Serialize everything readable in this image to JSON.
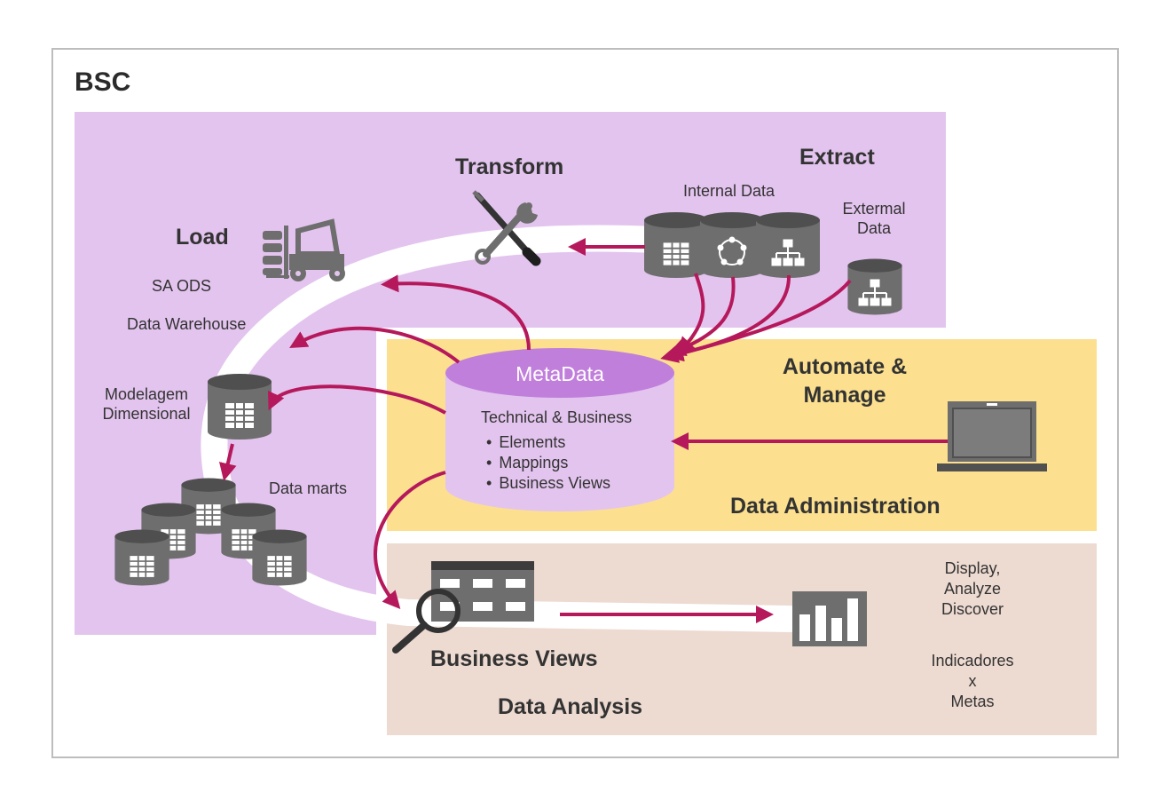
{
  "title": "BSC",
  "colors": {
    "purple_panel": "#e3c4ee",
    "yellow_panel": "#fce08f",
    "beige_panel": "#eddad1",
    "metadata_top": "#c17fdc",
    "metadata_body": "#e3c4ee",
    "arrow": "#b5185b",
    "icon_gray": "#6e6e6e",
    "flow_band": "#ffffff"
  },
  "extract": {
    "heading": "Extract",
    "internal_label": "Internal Data",
    "external_label_1": "Extermal",
    "external_label_2": "Data"
  },
  "transform": {
    "heading": "Transform",
    "icon": "wrench-screwdriver-icon"
  },
  "load": {
    "heading": "Load",
    "icon": "forklift-icon",
    "item_1": "SA ODS",
    "item_2": "Data Warehouse",
    "model_label_1": "Modelagem",
    "model_label_2": "Dimensional",
    "datamarts_label": "Data marts"
  },
  "metadata": {
    "title": "MetaData",
    "subtitle": "Technical & Business",
    "items": [
      "Elements",
      "Mappings",
      "Business Views"
    ]
  },
  "administration": {
    "heading_1": "Automate &",
    "heading_2": "Manage",
    "footer": "Data Administration",
    "icon": "laptop-icon"
  },
  "analysis": {
    "business_views": "Business Views",
    "footer": "Data Analysis",
    "display_1": "Display,",
    "display_2": "Analyze",
    "display_3": "Discover",
    "ind_1": "Indicadores",
    "ind_2": "x",
    "ind_3": "Metas",
    "icons": [
      "magnifier-table-icon",
      "bar-chart-icon"
    ]
  }
}
